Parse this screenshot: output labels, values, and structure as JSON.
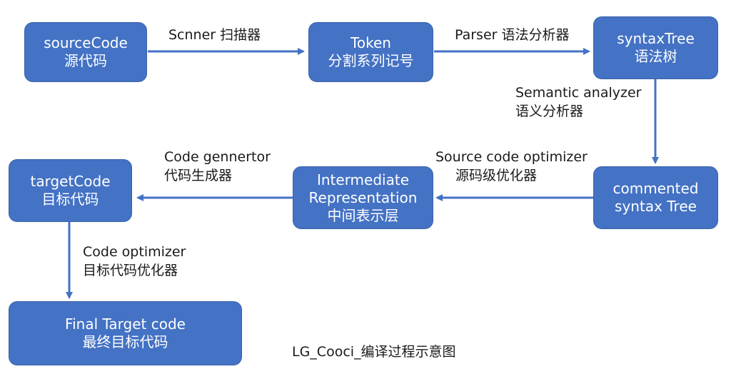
{
  "nodes": {
    "source_code": {
      "line1": "sourceCode",
      "line2": "源代码"
    },
    "token": {
      "line1": "Token",
      "line2": "分割系列记号"
    },
    "syntax_tree": {
      "line1": "syntaxTree",
      "line2": "语法树"
    },
    "commented_tree": {
      "line1": "commented",
      "line2": "syntax Tree"
    },
    "intermediate": {
      "line1": "Intermediate",
      "line2": "Representation",
      "line3": "中间表示层"
    },
    "target_code": {
      "line1": "targetCode",
      "line2": "目标代码"
    },
    "final_target": {
      "line1": "Final Target code",
      "line2": "最终目标代码"
    }
  },
  "edges": {
    "scanner": {
      "line1": "Scnner 扫描器"
    },
    "parser": {
      "line1": "Parser 语法分析器"
    },
    "semantic": {
      "line1": "Semantic analyzer",
      "line2": "语义分析器"
    },
    "source_optimizer": {
      "line1": "Source code optimizer",
      "line2": "源码级优化器"
    },
    "code_generator": {
      "line1": "Code gennertor",
      "line2": "代码生成器"
    },
    "code_optimizer": {
      "line1": "Code optimizer",
      "line2": "目标代码优化器"
    }
  },
  "caption": "LG_Cooci_编译过程示意图",
  "colors": {
    "node_fill": "#4472c4",
    "arrow": "#4472c4"
  }
}
